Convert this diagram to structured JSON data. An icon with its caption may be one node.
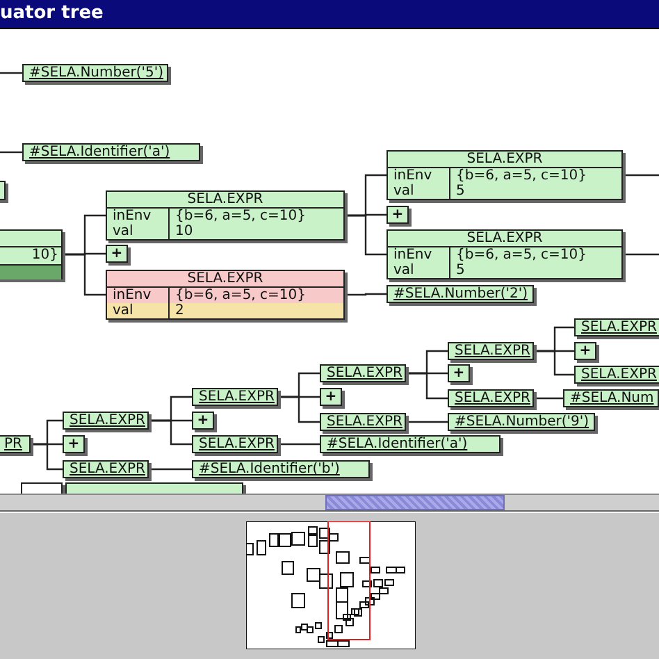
{
  "diagram": {
    "title": "uator tree",
    "nodes": [
      {
        "text": [
          "#SELA.Number('5')"
        ]
      },
      {
        "text": [
          "#SELA.Identifier('a')"
        ]
      },
      {
        "text": [],
        "shape": "box"
      },
      {
        "text": [
          "10}"
        ]
      },
      {
        "text": [
          "SELA.EXPR",
          "inEnv",
          "{b=6, a=5, c=10}",
          "val",
          "10"
        ]
      },
      {
        "text": [
          "+"
        ]
      },
      {
        "text": [
          "SELA.EXPR",
          "inEnv",
          "{b=6, a=5, c=10}",
          "val",
          "2"
        ]
      },
      {
        "text": [
          "SELA.EXPR",
          "inEnv",
          "{b=6, a=5, c=10}",
          "val",
          "5"
        ]
      },
      {
        "text": [
          "+"
        ]
      },
      {
        "text": [
          "SELA.EXPR",
          "inEnv",
          "{b=6, a=5, c=10}",
          "val",
          "5"
        ]
      },
      {
        "text": [
          "#SELA.Number('2')"
        ]
      },
      {
        "text": [
          "PR"
        ]
      },
      {
        "text": [
          "SELA.EXPR"
        ]
      },
      {
        "text": [
          "+"
        ]
      },
      {
        "text": [
          "SELA.EXPR"
        ]
      },
      {
        "text": [
          "SELA.EXPR"
        ]
      },
      {
        "text": [
          "+"
        ]
      },
      {
        "text": [
          "SELA.EXPR"
        ]
      },
      {
        "text": [
          "#SELA.Identifier('b')"
        ]
      },
      {
        "text": [
          "SELA.EXPR"
        ]
      },
      {
        "text": [
          "+"
        ]
      },
      {
        "text": [
          "SELA.EXPR"
        ]
      },
      {
        "text": [
          "#SELA.Identifier('a')"
        ]
      },
      {
        "text": [
          "SELA.EXPR"
        ]
      },
      {
        "text": [
          "+"
        ]
      },
      {
        "text": [
          "SELA.EXPR"
        ]
      },
      {
        "text": [
          "#SELA.Number('9')"
        ]
      },
      {
        "text": [
          "SELA.EXPR"
        ]
      },
      {
        "text": [
          "+"
        ]
      },
      {
        "text": [
          "SELA.EXPR"
        ]
      },
      {
        "text": [
          "#SELA.Num"
        ]
      },
      {
        "text": [],
        "shape": "box"
      },
      {
        "text": [],
        "shape": "box"
      }
    ],
    "edges": [
      {
        "from": null,
        "to": 0,
        "arrow": "none"
      },
      {
        "from": null,
        "to": 1,
        "arrow": "none"
      },
      {
        "from": 3,
        "to": 4,
        "arrow": "none"
      },
      {
        "from": 3,
        "to": 5,
        "arrow": "none"
      },
      {
        "from": 3,
        "to": 6,
        "arrow": "none"
      },
      {
        "from": 4,
        "to": 7,
        "arrow": "none"
      },
      {
        "from": 4,
        "to": 8,
        "arrow": "none"
      },
      {
        "from": 4,
        "to": 9,
        "arrow": "none"
      },
      {
        "from": 7,
        "to": null,
        "arrow": "none"
      },
      {
        "from": 9,
        "to": null,
        "arrow": "none"
      },
      {
        "from": 6,
        "to": 10,
        "arrow": "none"
      },
      {
        "from": 11,
        "to": 12,
        "arrow": "none"
      },
      {
        "from": 11,
        "to": 13,
        "arrow": "none"
      },
      {
        "from": 11,
        "to": 14,
        "arrow": "none"
      },
      {
        "from": 12,
        "to": 15,
        "arrow": "none"
      },
      {
        "from": 12,
        "to": 16,
        "arrow": "none"
      },
      {
        "from": 12,
        "to": 17,
        "arrow": "none"
      },
      {
        "from": 14,
        "to": 18,
        "arrow": "none"
      },
      {
        "from": 15,
        "to": 19,
        "arrow": "none"
      },
      {
        "from": 15,
        "to": 20,
        "arrow": "none"
      },
      {
        "from": 15,
        "to": 21,
        "arrow": "none"
      },
      {
        "from": 17,
        "to": 22,
        "arrow": "none"
      },
      {
        "from": 19,
        "to": 23,
        "arrow": "none"
      },
      {
        "from": 19,
        "to": 24,
        "arrow": "none"
      },
      {
        "from": 19,
        "to": 25,
        "arrow": "none"
      },
      {
        "from": 21,
        "to": 26,
        "arrow": "none"
      },
      {
        "from": 23,
        "to": 27,
        "arrow": "none"
      },
      {
        "from": 23,
        "to": 28,
        "arrow": "none"
      },
      {
        "from": 23,
        "to": 29,
        "arrow": "none"
      },
      {
        "from": 25,
        "to": 30,
        "arrow": "none"
      }
    ]
  }
}
